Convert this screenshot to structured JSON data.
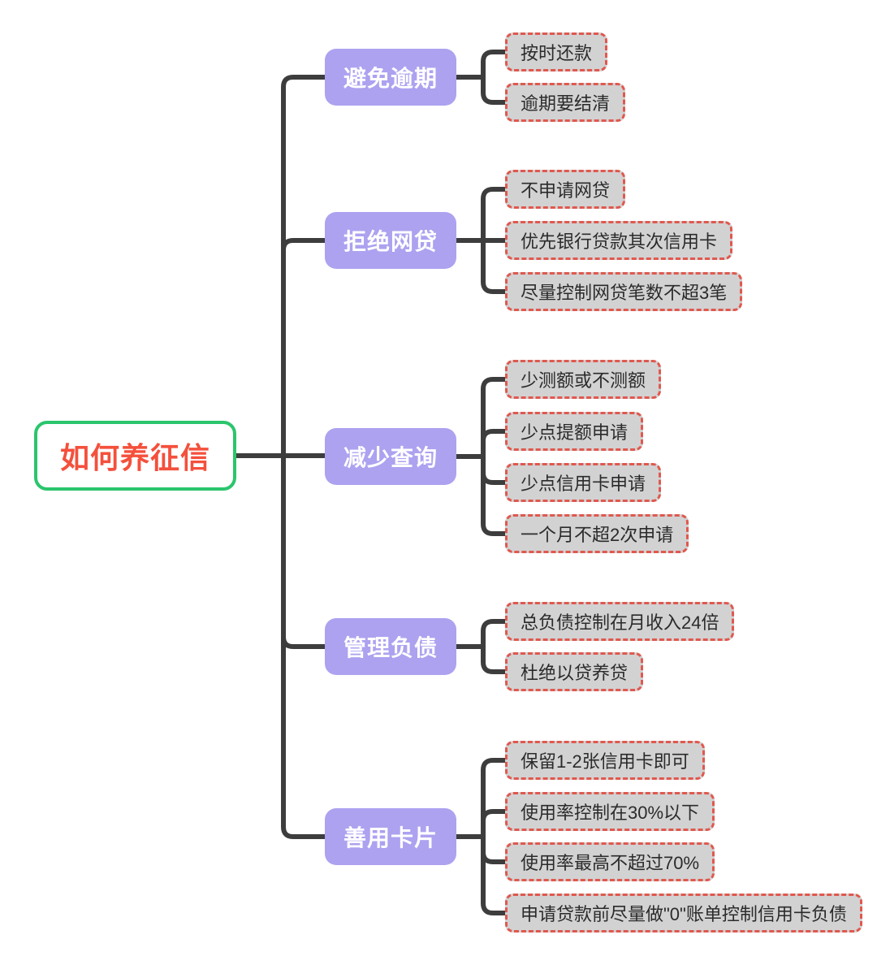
{
  "root": {
    "label": "如何养征信"
  },
  "branches": [
    {
      "label": "避免逾期",
      "children": [
        "按时还款",
        "逾期要结清"
      ]
    },
    {
      "label": "拒绝网贷",
      "children": [
        "不申请网贷",
        "优先银行贷款其次信用卡",
        "尽量控制网贷笔数不超3笔"
      ]
    },
    {
      "label": "减少查询",
      "children": [
        "少测额或不测额",
        "少点提额申请",
        "少点信用卡申请",
        "一个月不超2次申请"
      ]
    },
    {
      "label": "管理负债",
      "children": [
        "总负债控制在月收入24倍",
        "杜绝以贷养贷"
      ]
    },
    {
      "label": "善用卡片",
      "children": [
        "保留1-2张信用卡即可",
        "使用率控制在30%以下",
        "使用率最高不超过70%",
        "申请贷款前尽量做\"0\"账单控制信用卡负债"
      ]
    }
  ],
  "colors": {
    "root_border": "#2bc56d",
    "root_text": "#f4503c",
    "branch_bg": "#aca2f0",
    "branch_text": "#ffffff",
    "leaf_bg": "#d2d2d2",
    "leaf_border": "#e0584e",
    "leaf_text": "#2b2b2b",
    "wire": "#3d3d3d"
  }
}
